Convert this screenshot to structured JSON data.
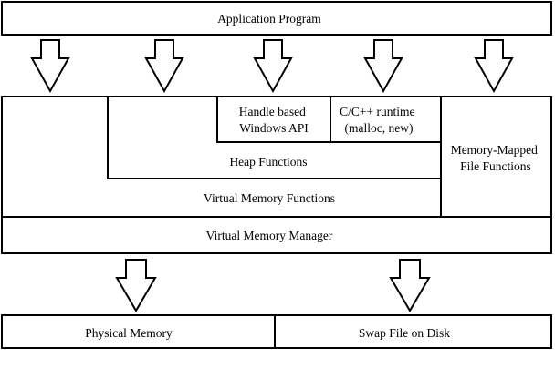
{
  "blocks": {
    "application_program": "Application Program",
    "handle_based_api": [
      "Handle based",
      "Windows API"
    ],
    "c_runtime": [
      "C/C++ runtime",
      "(malloc, new)"
    ],
    "memory_mapped": [
      "Memory-Mapped",
      "File Functions"
    ],
    "heap_functions": "Heap Functions",
    "virtual_memory_functions": "Virtual Memory Functions",
    "virtual_memory_manager": "Virtual Memory Manager",
    "physical_memory": "Physical Memory",
    "swap_file": "Swap File on Disk"
  },
  "colors": {
    "stroke": "#000000",
    "fill": "#ffffff"
  }
}
